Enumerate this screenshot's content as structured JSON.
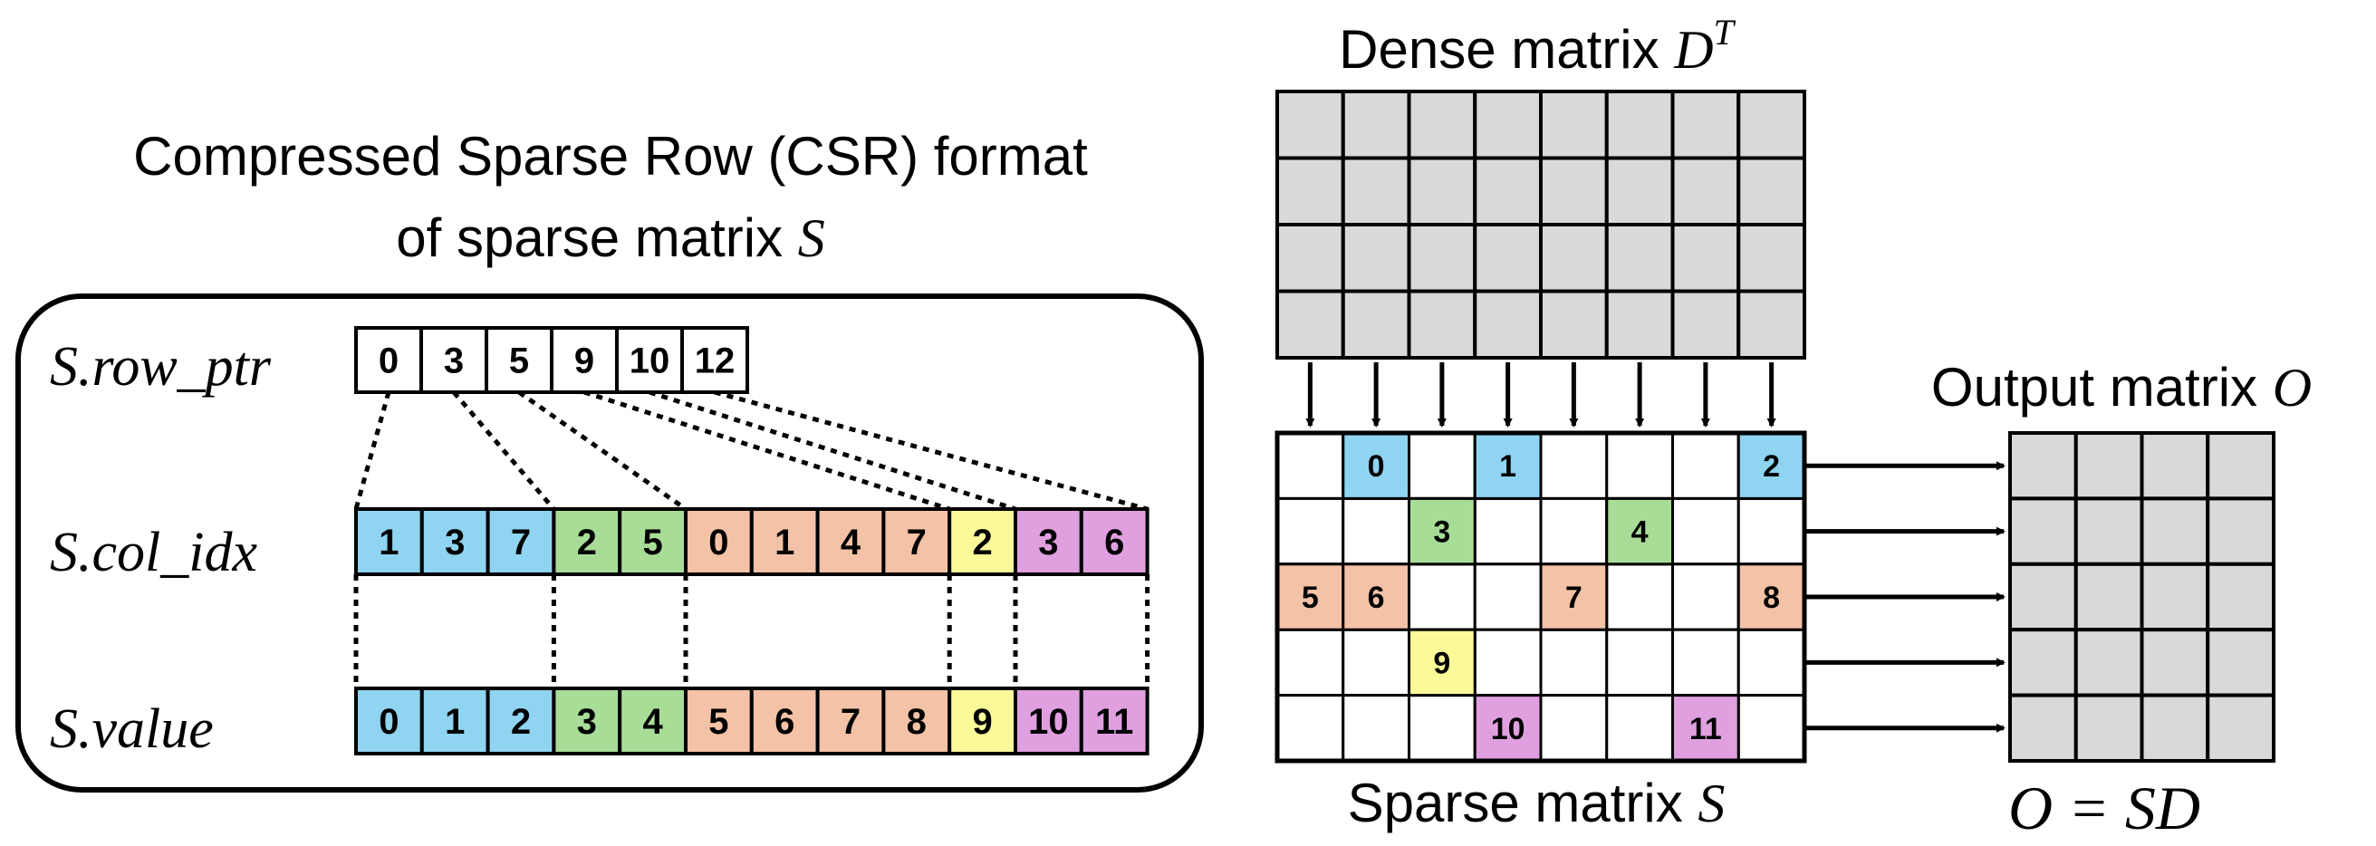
{
  "colors": {
    "blue": "#8fd4f0",
    "green": "#a8dd98",
    "salmon": "#f4c2a6",
    "yellow": "#fafa98",
    "purple": "#e0a0e0",
    "gray": "#d9d9d9",
    "white": "#ffffff",
    "border": "#000000"
  },
  "csr": {
    "title_line1": "Compressed Sparse Row (CSR) format",
    "title_line2": "of sparse matrix ",
    "title_var": "S",
    "row_ptr_label": "S.row_ptr",
    "col_idx_label": "S.col_idx",
    "value_label": "S.value",
    "row_ptr": [
      "0",
      "3",
      "5",
      "9",
      "10",
      "12"
    ],
    "col_idx": [
      "1",
      "3",
      "7",
      "2",
      "5",
      "0",
      "1",
      "4",
      "7",
      "2",
      "3",
      "6"
    ],
    "value": [
      "0",
      "1",
      "2",
      "3",
      "4",
      "5",
      "6",
      "7",
      "8",
      "9",
      "10",
      "11"
    ],
    "row_colors": [
      "blue",
      "blue",
      "blue",
      "green",
      "green",
      "salmon",
      "salmon",
      "salmon",
      "salmon",
      "yellow",
      "purple",
      "purple"
    ]
  },
  "dense": {
    "title": "Dense matrix ",
    "title_var": "D",
    "title_sup": "T",
    "rows": 4,
    "cols": 8
  },
  "sparse": {
    "title": "Sparse matrix ",
    "title_var": "S",
    "rows": 5,
    "cols": 8,
    "cells": [
      {
        "r": 0,
        "c": 1,
        "v": "0",
        "color": "blue"
      },
      {
        "r": 0,
        "c": 3,
        "v": "1",
        "color": "blue"
      },
      {
        "r": 0,
        "c": 7,
        "v": "2",
        "color": "blue"
      },
      {
        "r": 1,
        "c": 2,
        "v": "3",
        "color": "green"
      },
      {
        "r": 1,
        "c": 5,
        "v": "4",
        "color": "green"
      },
      {
        "r": 2,
        "c": 0,
        "v": "5",
        "color": "salmon"
      },
      {
        "r": 2,
        "c": 1,
        "v": "6",
        "color": "salmon"
      },
      {
        "r": 2,
        "c": 4,
        "v": "7",
        "color": "salmon"
      },
      {
        "r": 2,
        "c": 7,
        "v": "8",
        "color": "salmon"
      },
      {
        "r": 3,
        "c": 2,
        "v": "9",
        "color": "yellow"
      },
      {
        "r": 4,
        "c": 3,
        "v": "10",
        "color": "purple"
      },
      {
        "r": 4,
        "c": 6,
        "v": "11",
        "color": "purple"
      }
    ]
  },
  "output": {
    "title": "Output matrix ",
    "title_var": "O",
    "rows": 5,
    "cols": 4,
    "equation": "O = SD"
  }
}
